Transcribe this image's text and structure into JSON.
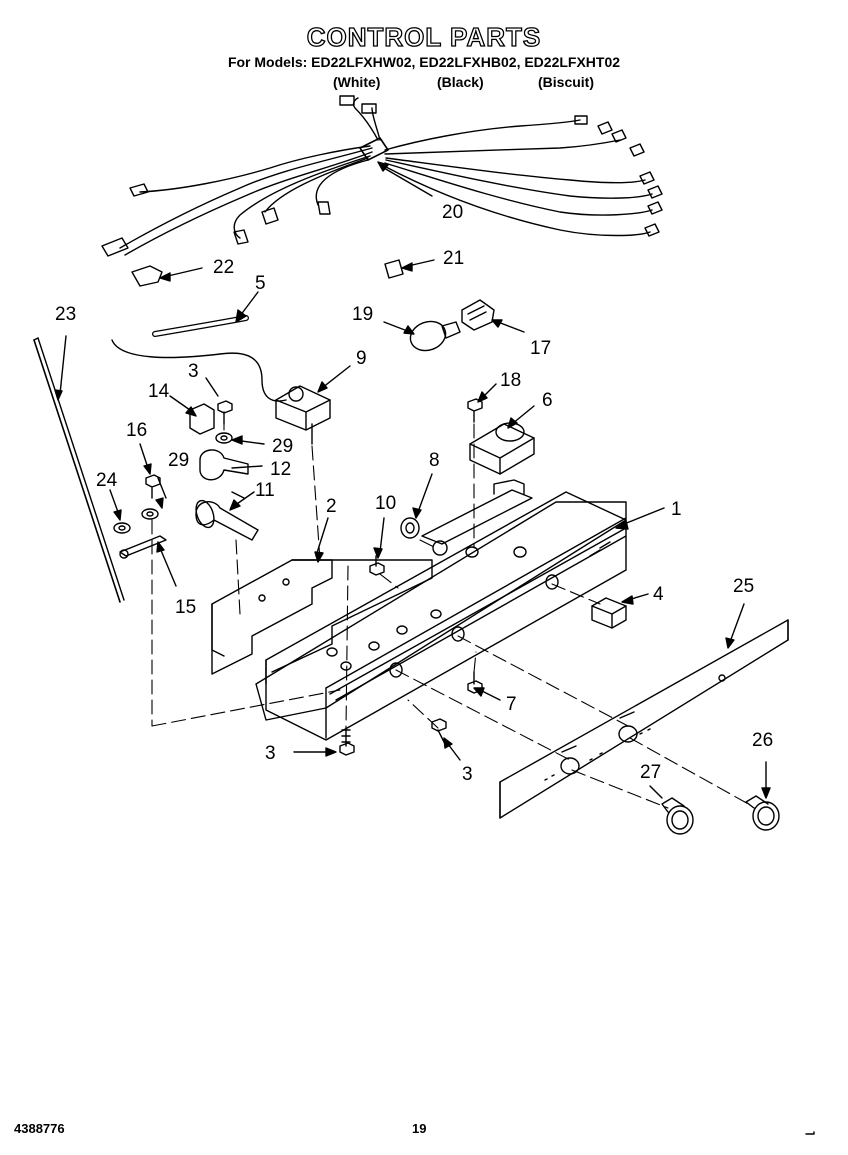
{
  "header": {
    "title": "CONTROL PARTS",
    "models": "For Models: ED22LFXHW02, ED22LFXHB02, ED22LFXHT02",
    "colors": [
      "(White)",
      "(Black)",
      "(Biscuit)"
    ]
  },
  "callouts": [
    "1",
    "2",
    "3",
    "3",
    "3",
    "4",
    "5",
    "6",
    "7",
    "8",
    "9",
    "10",
    "11",
    "12",
    "14",
    "15",
    "16",
    "17",
    "18",
    "19",
    "20",
    "21",
    "22",
    "23",
    "24",
    "25",
    "26",
    "27",
    "29",
    "29"
  ],
  "footer": {
    "doc_number": "4388776",
    "page": "19"
  }
}
